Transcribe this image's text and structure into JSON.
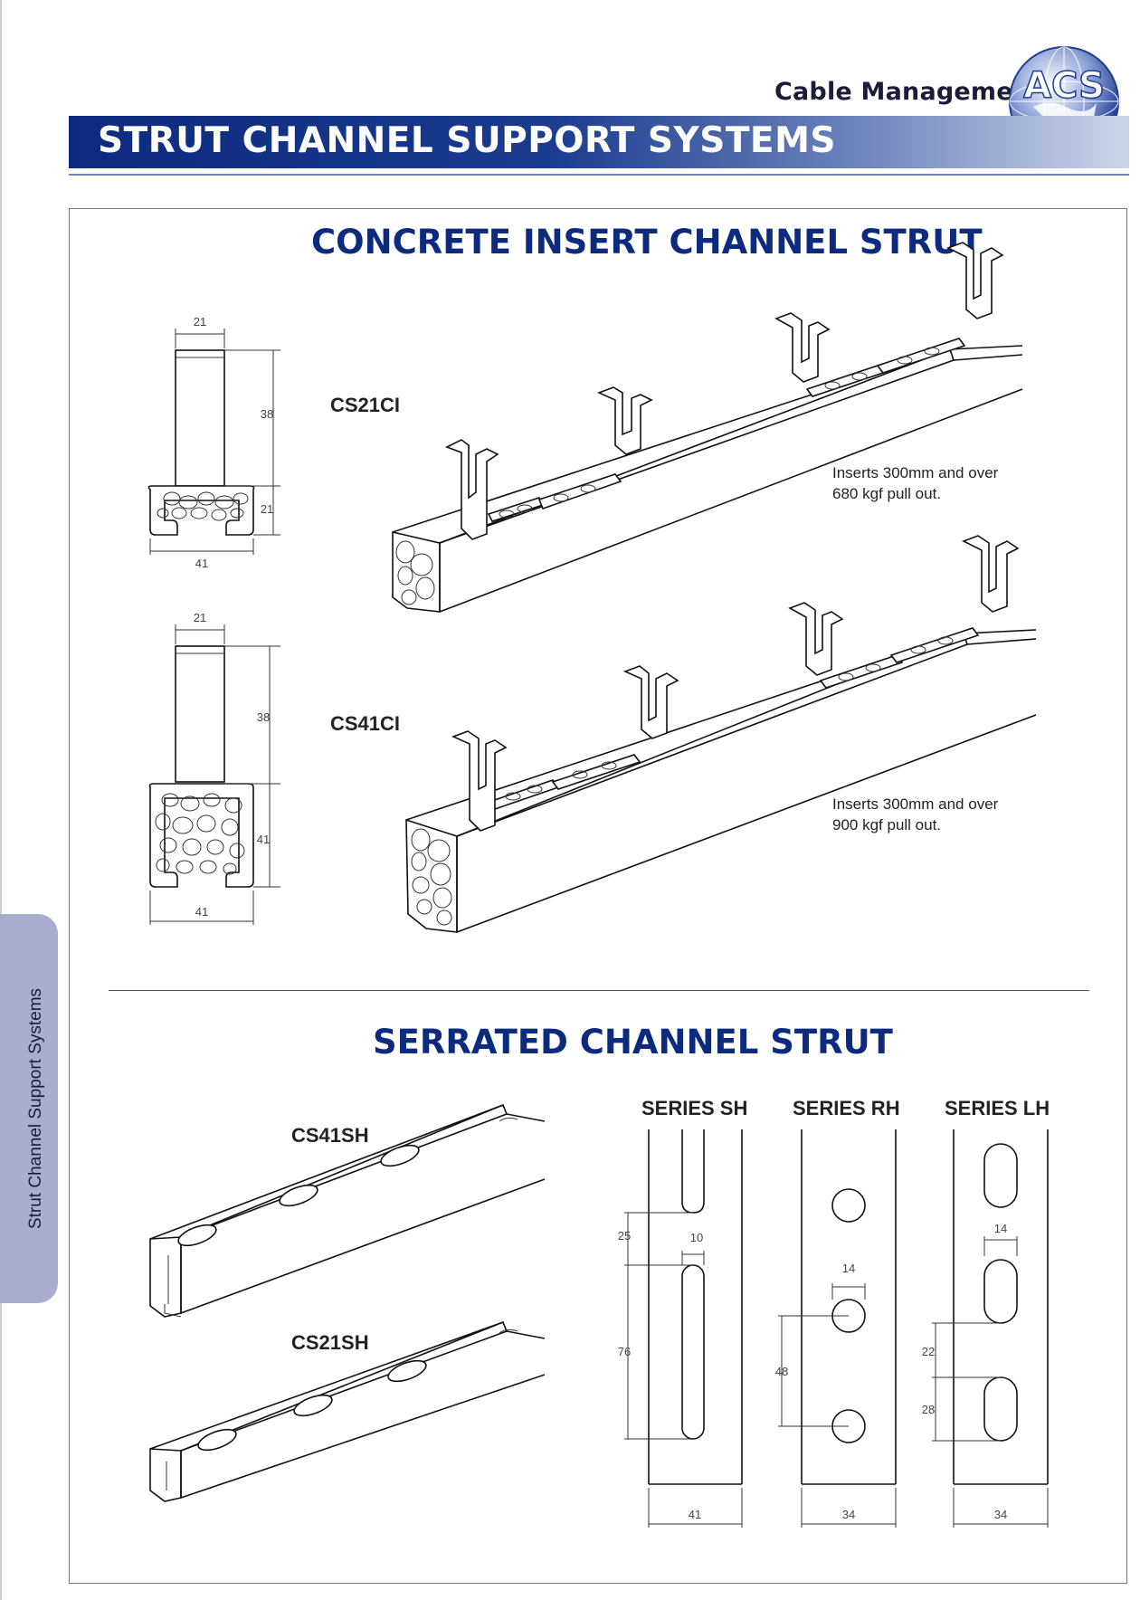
{
  "header": {
    "brand": "Cable Management",
    "logo_text": "ACS",
    "title": "STRUT CHANNEL SUPPORT SYSTEMS",
    "colors": {
      "banner": "#0d2b7e",
      "accent": "#1a3b8e",
      "tab": "#a9aed0"
    }
  },
  "side_tab": {
    "label": "Strut Channel Support Systems"
  },
  "concrete": {
    "title": "CONCRETE INSERT CHANNEL STRUT",
    "products": [
      {
        "code": "CS21CI",
        "note1": "Inserts 300mm and over",
        "note2": "680 kgf pull out.",
        "dims": {
          "top_width": "21",
          "insert_height": "38",
          "channel_height": "21",
          "channel_width": "41"
        }
      },
      {
        "code": "CS41CI",
        "note1": "Inserts 300mm and over",
        "note2": "900 kgf pull out.",
        "dims": {
          "top_width": "21",
          "insert_height": "38",
          "channel_height": "41",
          "channel_width": "41"
        }
      }
    ]
  },
  "serrated": {
    "title": "SERRATED CHANNEL STRUT",
    "products": [
      {
        "code": "CS41SH"
      },
      {
        "code": "CS21SH"
      }
    ],
    "series": [
      {
        "label": "SERIES SH",
        "dims": {
          "gap": "25",
          "slot_width": "10",
          "slot_length": "76",
          "width": "41"
        }
      },
      {
        "label": "SERIES RH",
        "dims": {
          "hole": "14",
          "pitch": "48",
          "width": "34"
        }
      },
      {
        "label": "SERIES LH",
        "dims": {
          "slot_width": "14",
          "gap": "22",
          "slot_length": "28",
          "width": "34"
        }
      }
    ]
  }
}
